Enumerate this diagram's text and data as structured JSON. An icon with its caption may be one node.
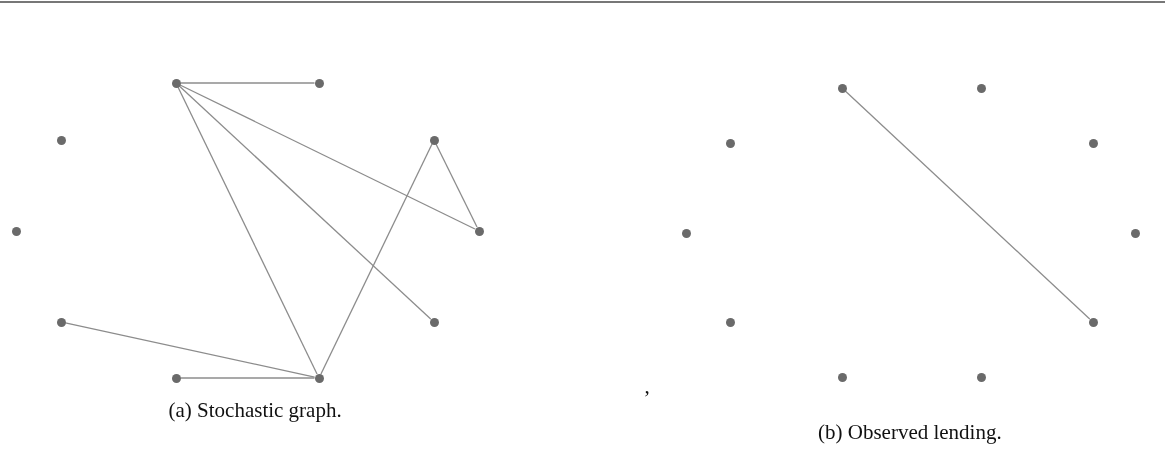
{
  "diagram": {
    "nodes": [
      {
        "text": [],
        "shape": "circle"
      },
      {
        "text": [],
        "shape": "circle"
      },
      {
        "text": [],
        "shape": "circle"
      },
      {
        "text": [],
        "shape": "circle"
      },
      {
        "text": [],
        "shape": "circle"
      },
      {
        "text": [],
        "shape": "circle"
      },
      {
        "text": [],
        "shape": "circle"
      },
      {
        "text": [],
        "shape": "circle"
      },
      {
        "text": [],
        "shape": "circle"
      },
      {
        "text": [],
        "shape": "circle"
      },
      {
        "text": [],
        "shape": "circle"
      },
      {
        "text": [],
        "shape": "circle"
      },
      {
        "text": [],
        "shape": "circle"
      },
      {
        "text": [],
        "shape": "circle"
      },
      {
        "text": [],
        "shape": "circle"
      },
      {
        "text": [],
        "shape": "circle"
      },
      {
        "text": [],
        "shape": "circle"
      },
      {
        "text": [],
        "shape": "circle"
      },
      {
        "text": [],
        "shape": "circle"
      },
      {
        "text": [],
        "shape": "circle"
      }
    ],
    "edges": [
      {
        "from": 0,
        "to": 1,
        "arrow": "none"
      },
      {
        "from": 0,
        "to": 5,
        "arrow": "none"
      },
      {
        "from": 0,
        "to": 7,
        "arrow": "none"
      },
      {
        "from": 0,
        "to": 9,
        "arrow": "none"
      },
      {
        "from": 3,
        "to": 5,
        "arrow": "none"
      },
      {
        "from": 3,
        "to": 9,
        "arrow": "none"
      },
      {
        "from": 6,
        "to": 9,
        "arrow": "none"
      },
      {
        "from": 8,
        "to": 9,
        "arrow": "none"
      },
      {
        "from": 10,
        "to": 17,
        "arrow": "none"
      }
    ],
    "labels": [
      "(a) Stochastic graph.",
      ",",
      "(b) Observed lending."
    ]
  }
}
